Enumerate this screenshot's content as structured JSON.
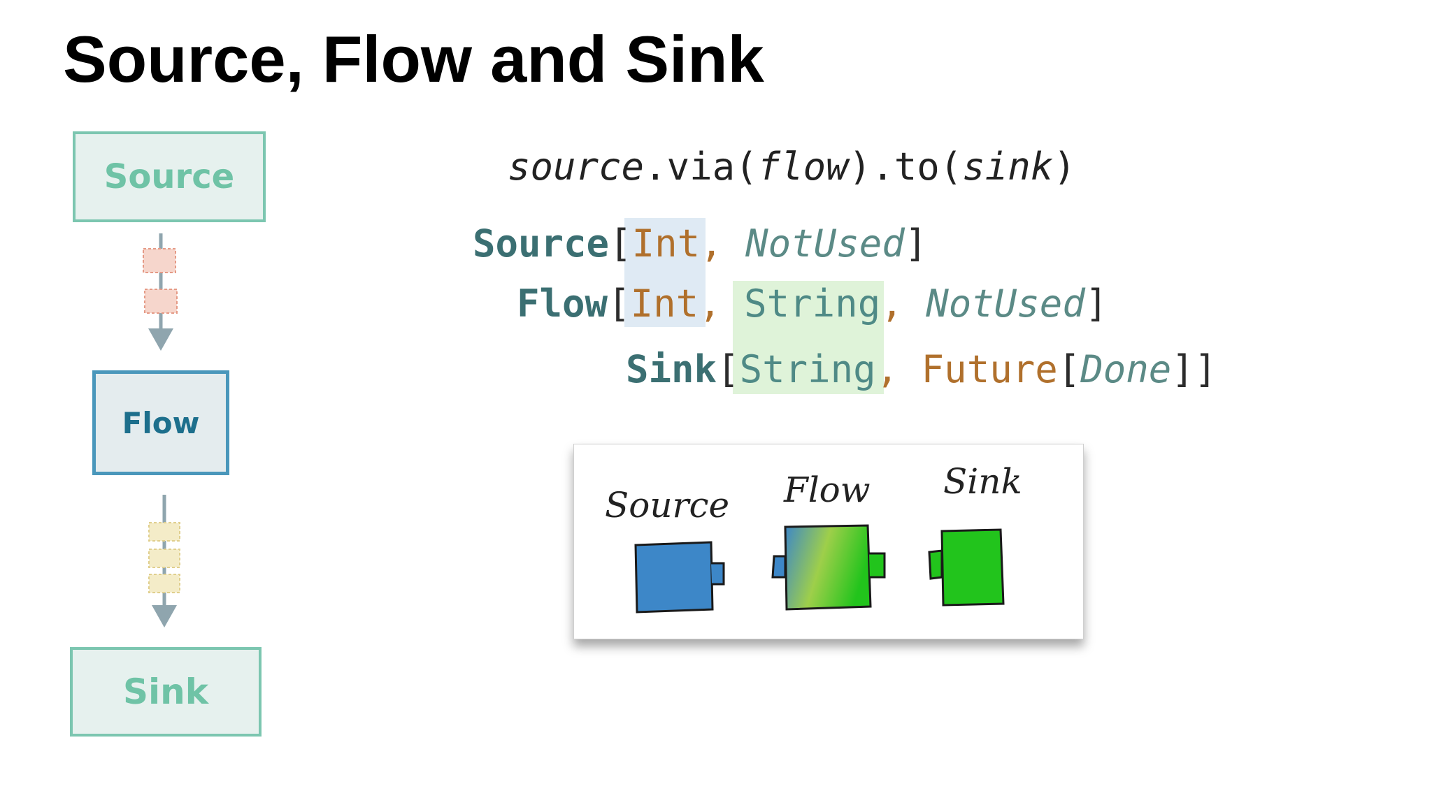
{
  "slide": {
    "title": "Source, Flow and Sink"
  },
  "diagram": {
    "source_label": "Source",
    "flow_label": "Flow",
    "sink_label": "Sink",
    "colors": {
      "source_fill": "#e6f1ee",
      "source_border": "#7cc6b0",
      "flow_border": "#4a97bb",
      "flow_text": "#1d6f8c",
      "packet_red": "#f6d6cc",
      "packet_yellow": "#f4ecc8",
      "arrow": "#8fa5ae"
    }
  },
  "code": {
    "line0": {
      "a": "source",
      "b": ".via(",
      "c": "flow",
      "d": ").to(",
      "e": "sink",
      "f": ")"
    },
    "line1": {
      "kw": "Source",
      "ob": "[",
      "t1": "Int",
      "c1": ", ",
      "t2": "NotUsed",
      "cb": "]"
    },
    "line2": {
      "kw": "Flow",
      "ob": "[",
      "t1": "Int",
      "c1": ", ",
      "t2": "String",
      "c2": ", ",
      "t3": "NotUsed",
      "cb": "]"
    },
    "line3": {
      "kw": "Sink",
      "ob": "[",
      "t1": "String",
      "c1": ", ",
      "t2": "Future",
      "ob2": "[",
      "t3": "Done",
      "cb": "]]"
    }
  },
  "sketch": {
    "source_text": "Source",
    "flow_text": "Flow",
    "sink_text": "Sink",
    "colors": {
      "blue": "#3d87c8",
      "green": "#22c41c",
      "gradient_mid": "#9ecf4a"
    }
  }
}
